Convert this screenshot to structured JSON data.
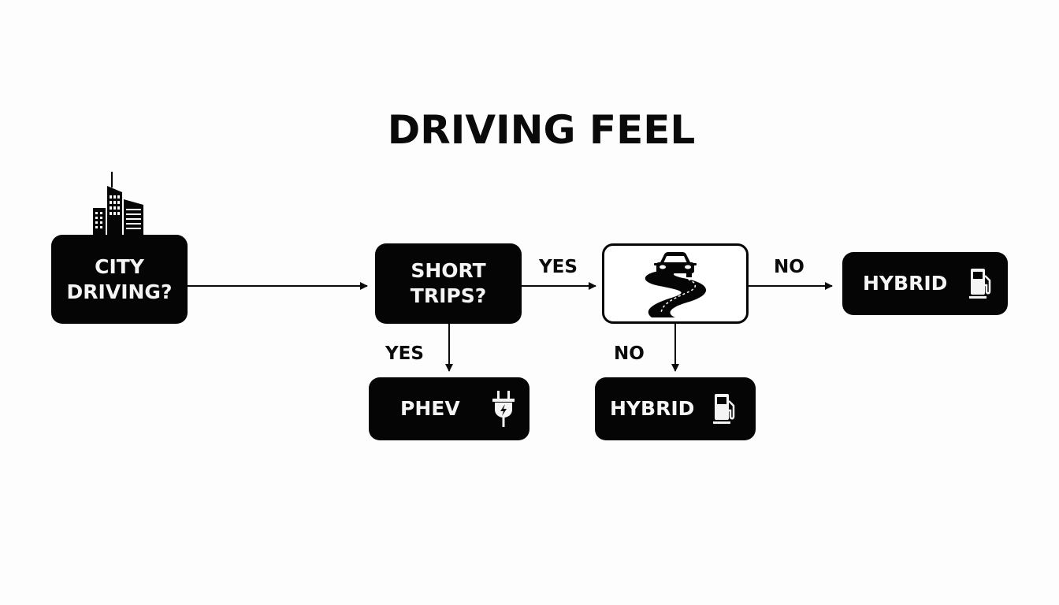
{
  "title": "DRIVING FEEL",
  "nodes": {
    "city_driving": {
      "label": "CITY\nDRIVING?",
      "icon": "city-buildings-icon"
    },
    "short_trips": {
      "label": "SHORT\nTRIPS?"
    },
    "winding_road": {
      "label": "",
      "icon": "car-winding-road-icon"
    },
    "hybrid_right": {
      "label": "HYBRID",
      "icon": "fuel-pump-icon"
    },
    "phev": {
      "label": "PHEV",
      "icon": "electric-plug-icon"
    },
    "hybrid_bottom": {
      "label": "HYBRID",
      "icon": "fuel-pump-icon"
    }
  },
  "edges": [
    {
      "from": "city_driving",
      "to": "short_trips",
      "label": ""
    },
    {
      "from": "short_trips",
      "to": "winding_road",
      "label": "YES"
    },
    {
      "from": "short_trips",
      "to": "phev",
      "label": "YES"
    },
    {
      "from": "winding_road",
      "to": "hybrid_right",
      "label": "NO"
    },
    {
      "from": "winding_road",
      "to": "hybrid_bottom",
      "label": "NO"
    }
  ],
  "colors": {
    "background": "#fdfdfd",
    "node_fill": "#050505",
    "node_text": "#f5f5f5",
    "line": "#0a0a0a"
  }
}
